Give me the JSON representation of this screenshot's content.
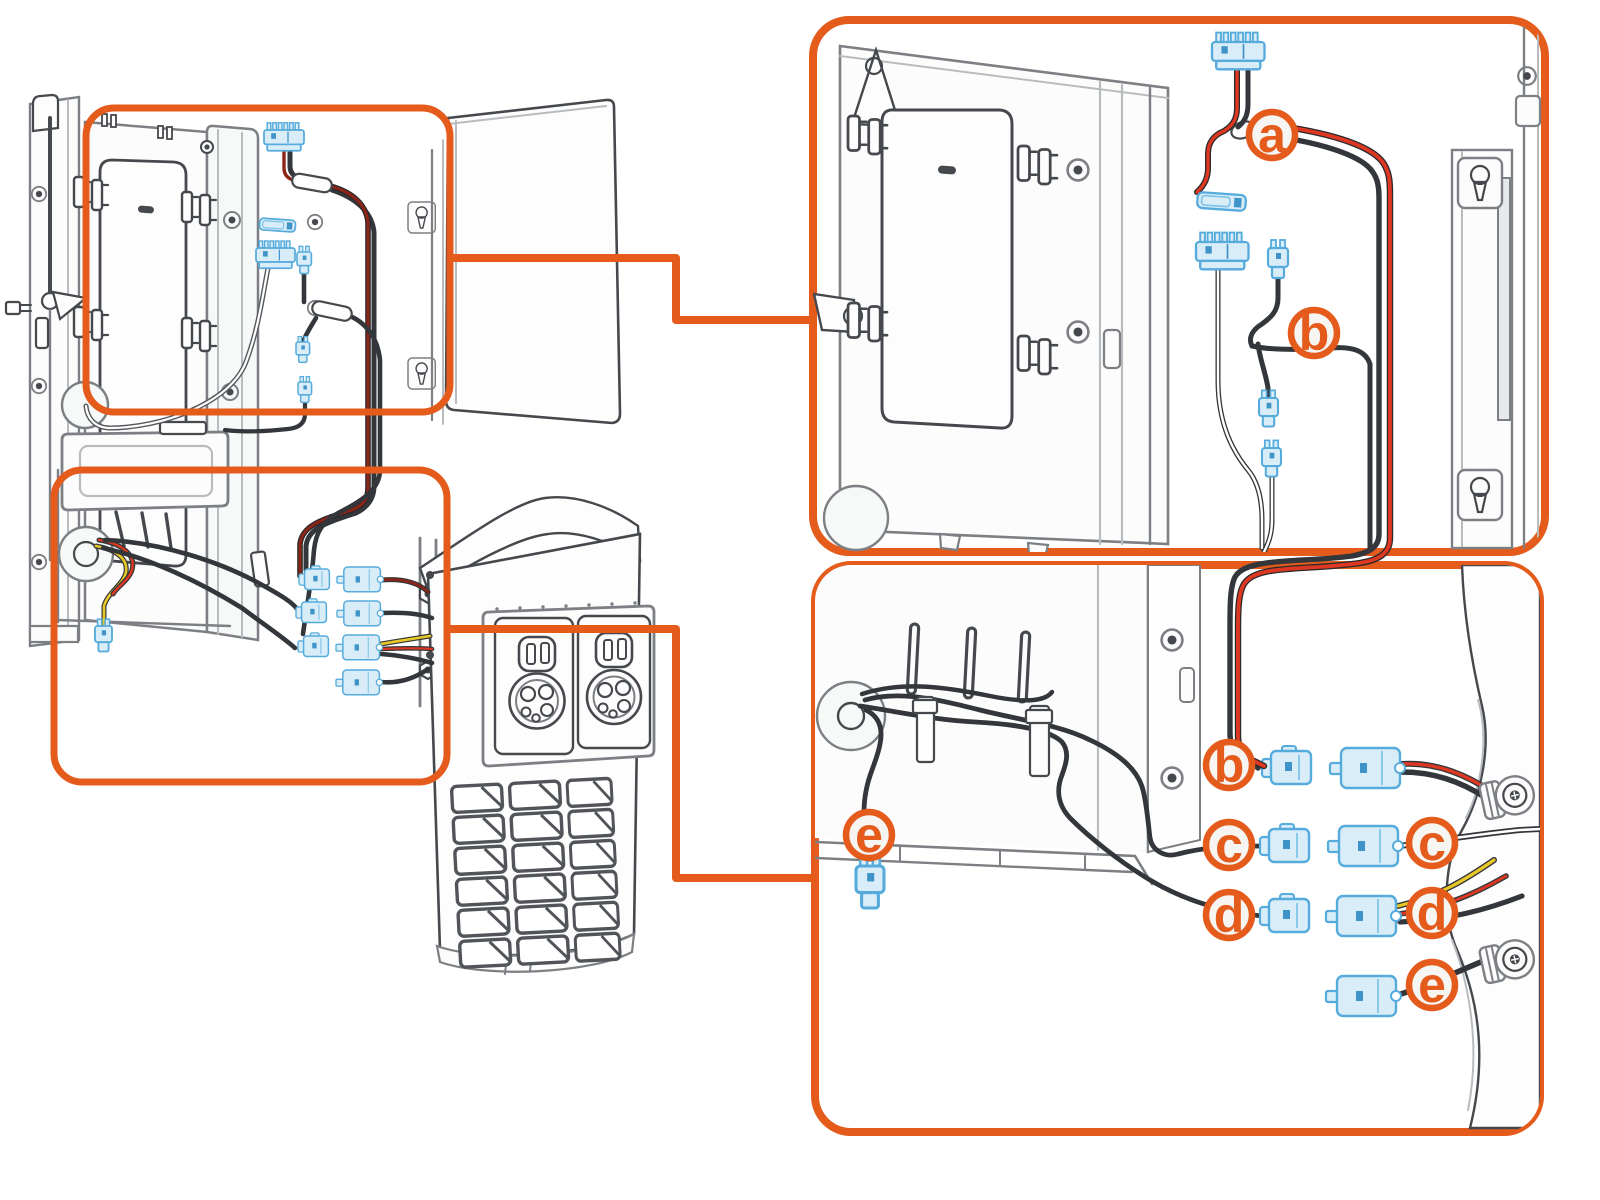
{
  "figure": {
    "type": "installation-wiring-diagram",
    "subject": "EV charging station wiring harness connection detail"
  },
  "colors": {
    "accent": "#E45B1C",
    "connector_fill": "#D9EDF9",
    "connector_stroke": "#55ABDB",
    "wire_red": "#DE3722",
    "wire_dark_red": "#8C2418",
    "wire_yellow": "#E8C826",
    "wire_black": "#33363A",
    "line_dark": "#45484C",
    "line_mid": "#7C7F83",
    "line_light": "#B9BCBF",
    "badge_fill": "#F6F5F2"
  },
  "callouts": {
    "a": "a",
    "b_top": "b",
    "b_bottom": "b",
    "c_left": "c",
    "c_right": "c",
    "d_left": "d",
    "d_right": "d",
    "e_left": "e",
    "e_right": "e"
  }
}
